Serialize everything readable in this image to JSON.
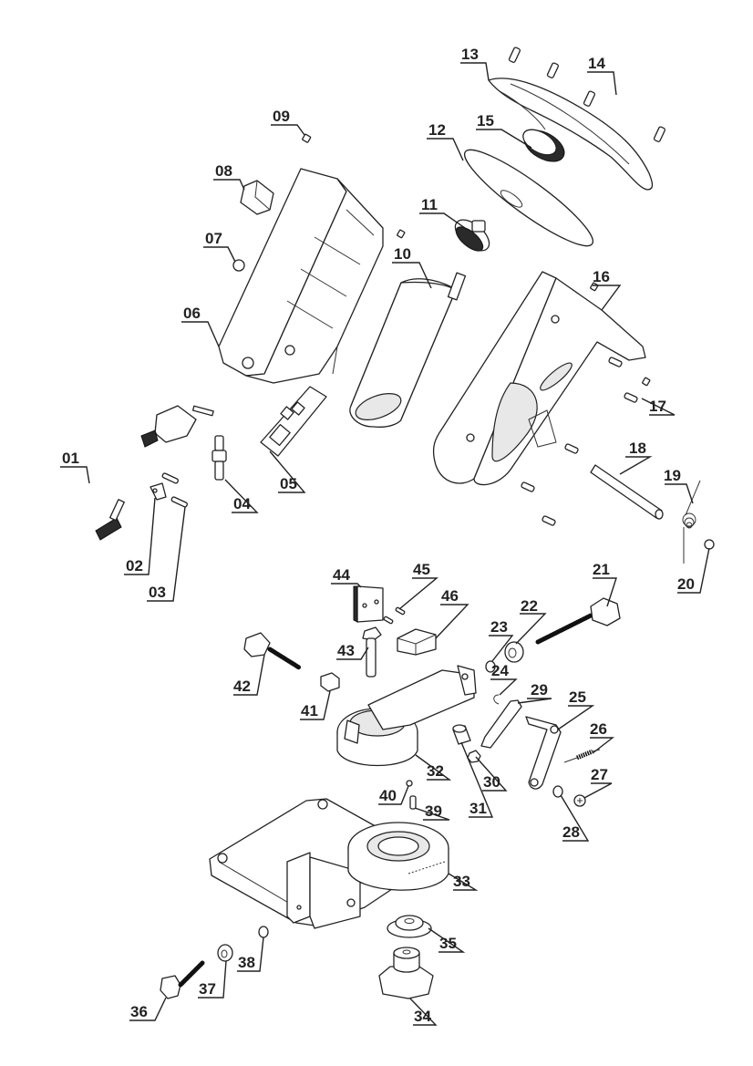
{
  "diagram": {
    "type": "exploded-parts-view",
    "background_color": "#ffffff",
    "line_color": "#222222",
    "parts": [
      {
        "id": "01",
        "label": "01",
        "depicts": "power cable with plug"
      },
      {
        "id": "02",
        "label": "02",
        "depicts": "cable clamp"
      },
      {
        "id": "03",
        "label": "03",
        "depicts": "screws"
      },
      {
        "id": "04",
        "label": "04",
        "depicts": "cable sleeve"
      },
      {
        "id": "05",
        "label": "05",
        "depicts": "switch board"
      },
      {
        "id": "06",
        "label": "06",
        "depicts": "left housing half"
      },
      {
        "id": "07",
        "label": "07",
        "depicts": "retaining ring"
      },
      {
        "id": "08",
        "label": "08",
        "depicts": "switch"
      },
      {
        "id": "09",
        "label": "09",
        "depicts": "set screw"
      },
      {
        "id": "10",
        "label": "10",
        "depicts": "motor"
      },
      {
        "id": "11",
        "label": "11",
        "depicts": "inner flange"
      },
      {
        "id": "12",
        "label": "12",
        "depicts": "grinding disc"
      },
      {
        "id": "13",
        "label": "13",
        "depicts": "guard cover"
      },
      {
        "id": "14",
        "label": "14",
        "depicts": "screws"
      },
      {
        "id": "15",
        "label": "15",
        "depicts": "outer flange nut"
      },
      {
        "id": "16",
        "label": "16",
        "depicts": "right housing half"
      },
      {
        "id": "17",
        "label": "17",
        "depicts": "screw"
      },
      {
        "id": "18",
        "label": "18",
        "depicts": "axle pin"
      },
      {
        "id": "19",
        "label": "19",
        "depicts": "torsion spring"
      },
      {
        "id": "20",
        "label": "20",
        "depicts": "retaining ring"
      },
      {
        "id": "21",
        "label": "21",
        "depicts": "adjusting bolt"
      },
      {
        "id": "22",
        "label": "22",
        "depicts": "bushing"
      },
      {
        "id": "23",
        "label": "23",
        "depicts": "washer"
      },
      {
        "id": "24",
        "label": "24",
        "depicts": "circlip"
      },
      {
        "id": "25",
        "label": "25",
        "depicts": "lever arm"
      },
      {
        "id": "26",
        "label": "26",
        "depicts": "tension spring"
      },
      {
        "id": "27",
        "label": "27",
        "depicts": "screw"
      },
      {
        "id": "28",
        "label": "28",
        "depicts": "washer"
      },
      {
        "id": "29",
        "label": "29",
        "depicts": "link plate"
      },
      {
        "id": "30",
        "label": "30",
        "depicts": "nut"
      },
      {
        "id": "31",
        "label": "31",
        "depicts": "spacer sleeve"
      },
      {
        "id": "32",
        "label": "32",
        "depicts": "chain clamp body"
      },
      {
        "id": "33",
        "label": "33",
        "depicts": "base with angle scale"
      },
      {
        "id": "34",
        "label": "34",
        "depicts": "locking knob"
      },
      {
        "id": "35",
        "label": "35",
        "depicts": "thrust washer"
      },
      {
        "id": "36",
        "label": "36",
        "depicts": "bolt"
      },
      {
        "id": "37",
        "label": "37",
        "depicts": "bushing"
      },
      {
        "id": "38",
        "label": "38",
        "depicts": "washer"
      },
      {
        "id": "39",
        "label": "39",
        "depicts": "pin"
      },
      {
        "id": "40",
        "label": "40",
        "depicts": "washer"
      },
      {
        "id": "41",
        "label": "41",
        "depicts": "nut"
      },
      {
        "id": "42",
        "label": "42",
        "depicts": "clamping bolt"
      },
      {
        "id": "43",
        "label": "43",
        "depicts": "bolt"
      },
      {
        "id": "44",
        "label": "44",
        "depicts": "clamp plate"
      },
      {
        "id": "45",
        "label": "45",
        "depicts": "pins"
      },
      {
        "id": "46",
        "label": "46",
        "depicts": "stop block"
      }
    ]
  }
}
